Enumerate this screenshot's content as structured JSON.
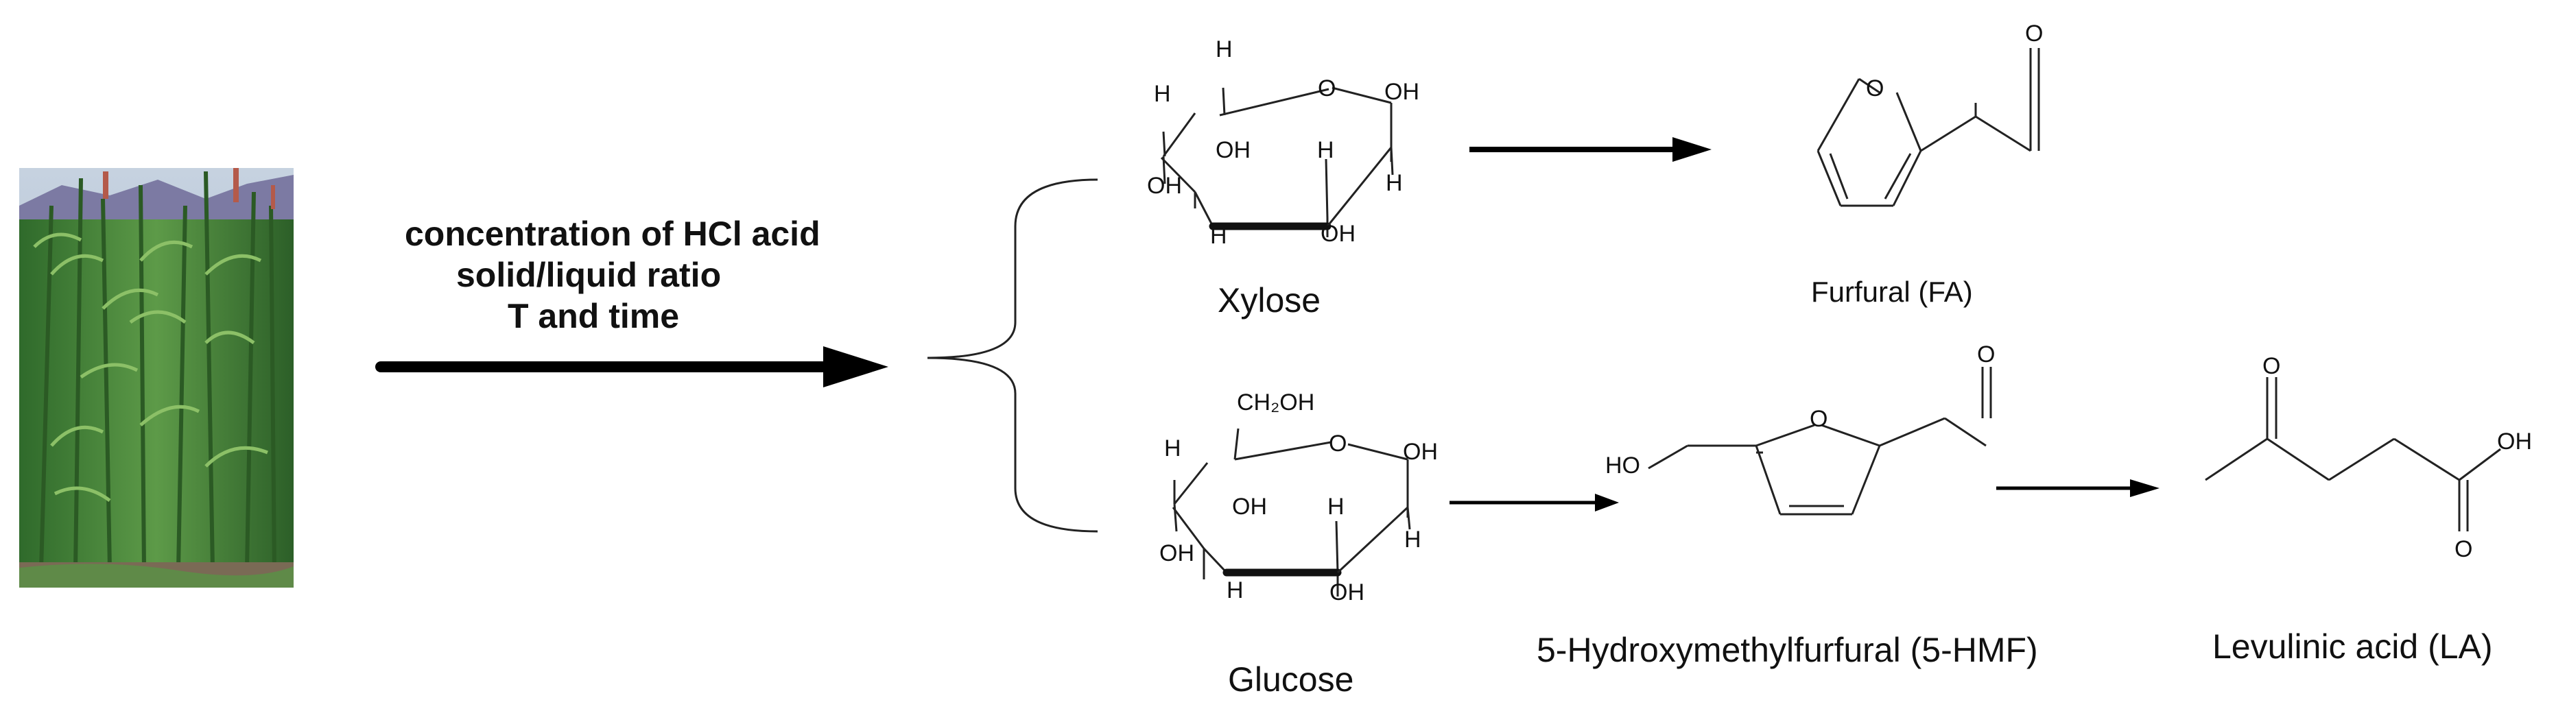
{
  "conditions": {
    "line1": "concentration of HCl acid",
    "line2": "solid/liquid ratio",
    "line3": "T and time"
  },
  "compounds": {
    "xylose": "Xylose",
    "glucose": "Glucose",
    "furfural": "Furfural (FA)",
    "hmf": "5-Hydroxymethylfurfural (5-HMF)",
    "levulinic": "Levulinic acid (LA)"
  },
  "atoms": {
    "H": "H",
    "O": "O",
    "OH": "OH",
    "HO": "HO",
    "CH2OH": "CH₂OH"
  },
  "plant_photo": {
    "subject": "giant reed plants",
    "colors": {
      "sky": "#b9c6d8",
      "mountain": "#7f7ea6",
      "foliage": "#3f7a35",
      "ground": "#7a6a55"
    }
  }
}
